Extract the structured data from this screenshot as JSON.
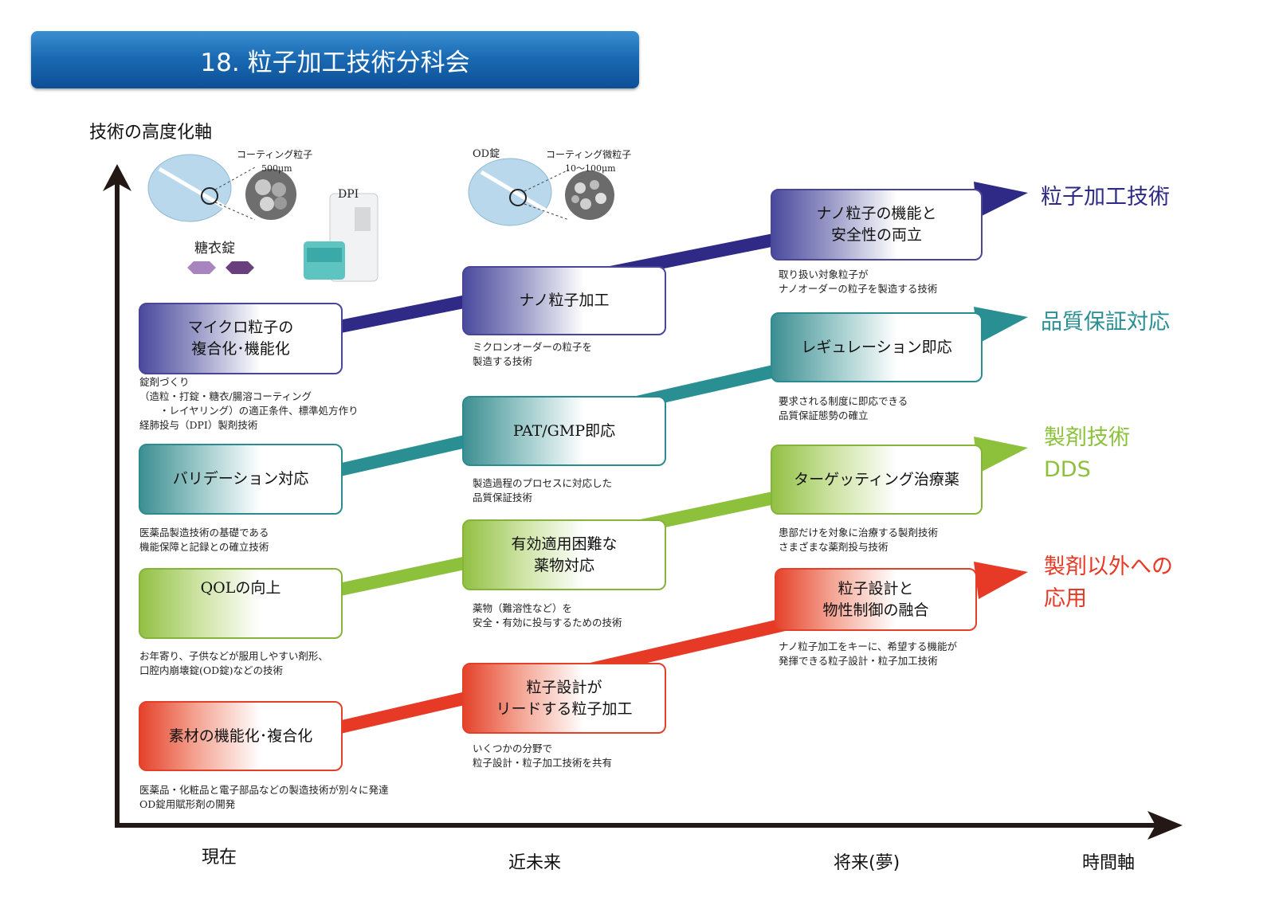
{
  "header": {
    "title": "18. 粒子加工技術分科会"
  },
  "axes": {
    "y_label": "技術の高度化軸",
    "x_label": "時間軸",
    "time_points": [
      "現在",
      "近未来",
      "将来(夢)"
    ]
  },
  "images": {
    "left": {
      "coating_label": "コーティング粒子",
      "coating_size": "500μm",
      "dpi_label": "DPI",
      "sugar_label": "糖衣錠"
    },
    "mid": {
      "od_label": "OD錠",
      "coating_label": "コーティング微粒子",
      "coating_size": "10〜100μm"
    }
  },
  "tracks": [
    {
      "category": "粒子加工技術",
      "color": "#2e2a86",
      "boxes": [
        {
          "text": "マイクロ粒子の\n複合化･機能化",
          "desc": "錠剤づくり\n（造粒・打錠・糖衣/腸溶コーティング\n　　・レイヤリング）の適正条件、標準処方作り\n経肺投与（DPI）製剤技術"
        },
        {
          "text": "ナノ粒子加工",
          "desc": "ミクロンオーダーの粒子を\n製造する技術"
        },
        {
          "text": "ナノ粒子の機能と\n安全性の両立",
          "desc": "取り扱い対象粒子が\nナノオーダーの粒子を製造する技術"
        }
      ]
    },
    {
      "category": "品質保証対応",
      "color": "#2a8f93",
      "boxes": [
        {
          "text": "バリデーション対応",
          "desc": "医薬品製造技術の基礎である\n機能保障と記録との確立技術"
        },
        {
          "text": "PAT/GMP即応",
          "desc": "製造過程のプロセスに対応した\n品質保証技術"
        },
        {
          "text": "レギュレーション即応",
          "desc": "要求される制度に即応できる\n品質保証態勢の確立"
        }
      ]
    },
    {
      "category": "製剤技術\nDDS",
      "color": "#8dc13c",
      "boxes": [
        {
          "text": "QOLの向上",
          "desc": "お年寄り、子供などが服用しやすい剤形、\n口腔内崩壊錠(OD錠)などの技術"
        },
        {
          "text": "有効適用困難な\n薬物対応",
          "desc": "薬物（難溶性など）を\n安全・有効に投与するための技術"
        },
        {
          "text": "ターゲッティング治療薬",
          "desc": "患部だけを対象に治療する製剤技術\nさまざまな薬剤投与技術"
        }
      ]
    },
    {
      "category": "製剤以外への\n応用",
      "color": "#e63a26",
      "boxes": [
        {
          "text": "素材の機能化･複合化",
          "desc": "医薬品・化粧品と電子部品などの製造技術が別々に発達\nOD錠用賦形剤の開発"
        },
        {
          "text": "粒子設計が\nリードする粒子加工",
          "desc": "いくつかの分野で\n粒子設計・粒子加工技術を共有"
        },
        {
          "text": "粒子設計と\n物性制御の融合",
          "desc": "ナノ粒子加工をキーに、希望する機能が\n発揮できる粒子設計・粒子加工技術"
        }
      ]
    }
  ]
}
